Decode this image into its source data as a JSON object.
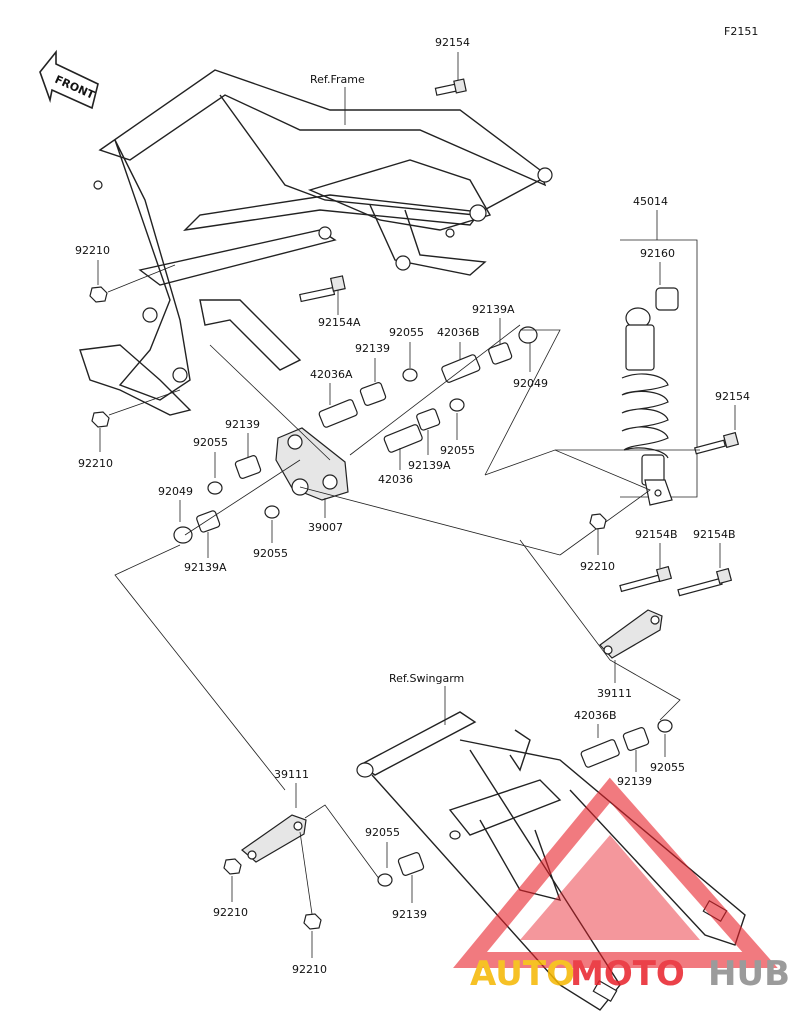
{
  "diagram_code": "F2151",
  "front_label": "FRONT",
  "ref_frame": "Ref.Frame",
  "ref_swingarm": "Ref.Swingarm",
  "watermark": {
    "part1": "AUTO",
    "part2": "MOTO",
    "part3": "HUB",
    "colors": {
      "yellow": "#f5b700",
      "red": "#e8212a",
      "gray": "#8a8a8a"
    }
  },
  "labels": {
    "l01": "92154",
    "l02": "45014",
    "l03": "92160",
    "l04": "92210",
    "l05": "92154A",
    "l06": "92139A",
    "l07": "92055",
    "l08": "42036B",
    "l09": "92139",
    "l10": "92049",
    "l11": "42036A",
    "l12": "92154",
    "l13": "92139",
    "l14": "92055",
    "l15": "92055",
    "l16": "92210",
    "l17": "42036",
    "l18": "92139A",
    "l19": "92049",
    "l20": "39007",
    "l21": "92139A",
    "l22": "92055",
    "l23": "92210",
    "l24": "92154B",
    "l25": "92154B",
    "l26": "39111",
    "l27": "42036B",
    "l28": "92139",
    "l29": "92055",
    "l30": "39111",
    "l31": "92055",
    "l32": "92210",
    "l33": "92139",
    "l34": "92210"
  }
}
